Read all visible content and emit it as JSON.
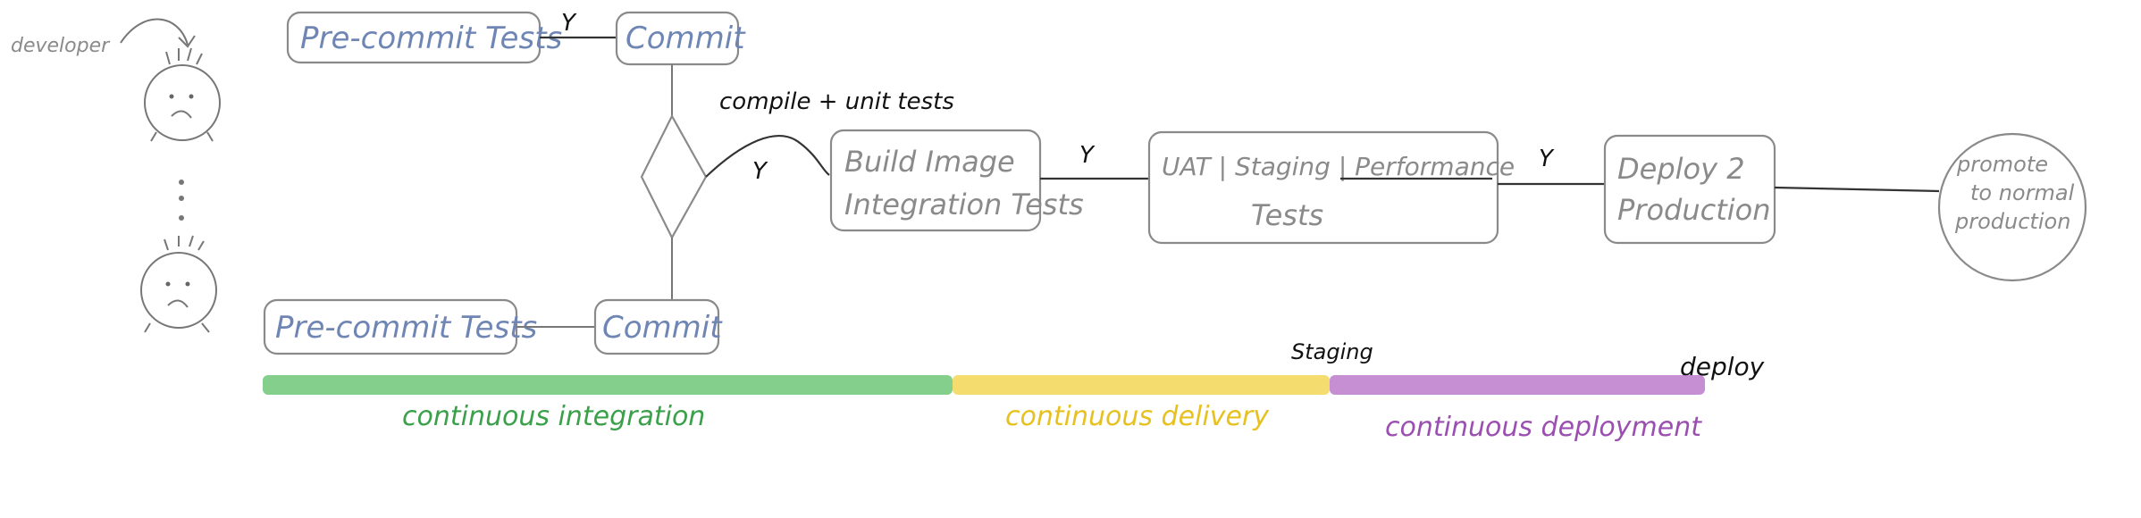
{
  "developer_label": "developer",
  "ellipsis": ":",
  "top_precommit": "Pre-commit Tests",
  "top_commit": "Commit",
  "top_yes": "Y",
  "bottom_precommit": "Pre-commit Tests",
  "bottom_commit": "Commit",
  "compile_label": "compile + unit tests",
  "branch_yes": "Y",
  "build_line1": "Build Image",
  "build_line2": "Integration Tests",
  "build_yes": "Y",
  "uat_line1": "UAT | Staging | Performance",
  "uat_line2": "Tests",
  "uat_yes": "Y",
  "deploy_line1": "Deploy 2",
  "deploy_line2": "Production",
  "promote_line1": "promote",
  "promote_line2": "to normal",
  "promote_line3": "production",
  "staging_marker": "Staging",
  "deploy_marker": "deploy",
  "phases": {
    "ci": "continuous integration",
    "cd": "continuous delivery",
    "cdep": "continuous deployment"
  },
  "colors": {
    "ci": "#5cbf66",
    "cd": "#f3d34a",
    "cdep": "#b36ac4",
    "box_text": "#6f86b5"
  }
}
